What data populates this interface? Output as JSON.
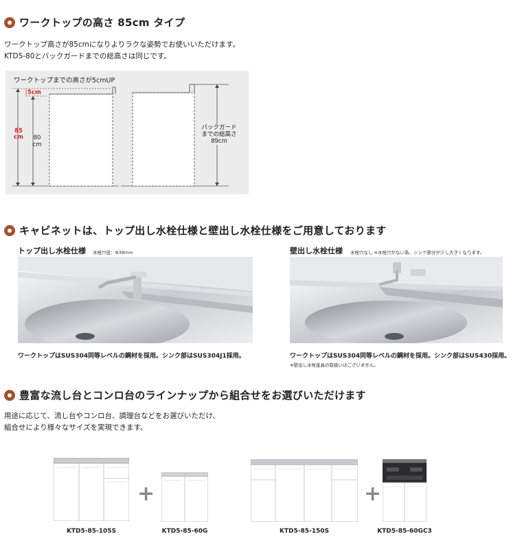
{
  "section1": {
    "title": "ワークトップの高さ 85cm タイプ",
    "lines": [
      "ワークトップ高さが85cmになりよりラクな姿勢でお使いいただけます。",
      "KTD5-80とバックガードまでの総高さは同じです。"
    ],
    "diagram": {
      "caption": "ワークトップまでの高さが5cmUP",
      "label_5cm": "5cm",
      "label_85": "85",
      "label_85_unit": "cm",
      "label_80": "80",
      "label_80_unit": "cm",
      "backguard_line1": "バックガード",
      "backguard_line2": "までの総高さ",
      "backguard_line3": "89cm"
    }
  },
  "section2": {
    "title": "キャビネットは、トップ出し水栓仕様と壁出し水栓仕様をご用意しております",
    "left": {
      "title": "トップ出し水栓仕様",
      "note": "水栓穴径：Φ38mm",
      "caption": "ワークトップはSUS304同等レベルの鋼材を採用。シンク部はSUS304J1採用。"
    },
    "right": {
      "title": "壁出し水栓仕様",
      "note": "水栓穴なし ※水栓穴がない為、シンク部分が少し大きくなります。",
      "caption": "ワークトップはSUS304同等レベルの鋼材を採用。シンク部はSUS430採用。",
      "subnote": "※壁出し水栓金具の取扱いはございません。"
    }
  },
  "section3": {
    "title": "豊富な流し台とコンロ台のラインナップから組合せをお選びいただけます",
    "lines": [
      "用途に応じて、流し台やコンロ台、調理台などをお選びいただけ、",
      "組合せにより様々なサイズを実現できます。"
    ],
    "plus": "+",
    "products": [
      "KTD5-85-105S",
      "KTD5-85-60G",
      "KTD5-85-150S",
      "KTD5-85-60GC3"
    ]
  },
  "colors": {
    "bullet": "#a0522d",
    "red_label": "#d0242c",
    "diagram_bg": "#ececec"
  }
}
